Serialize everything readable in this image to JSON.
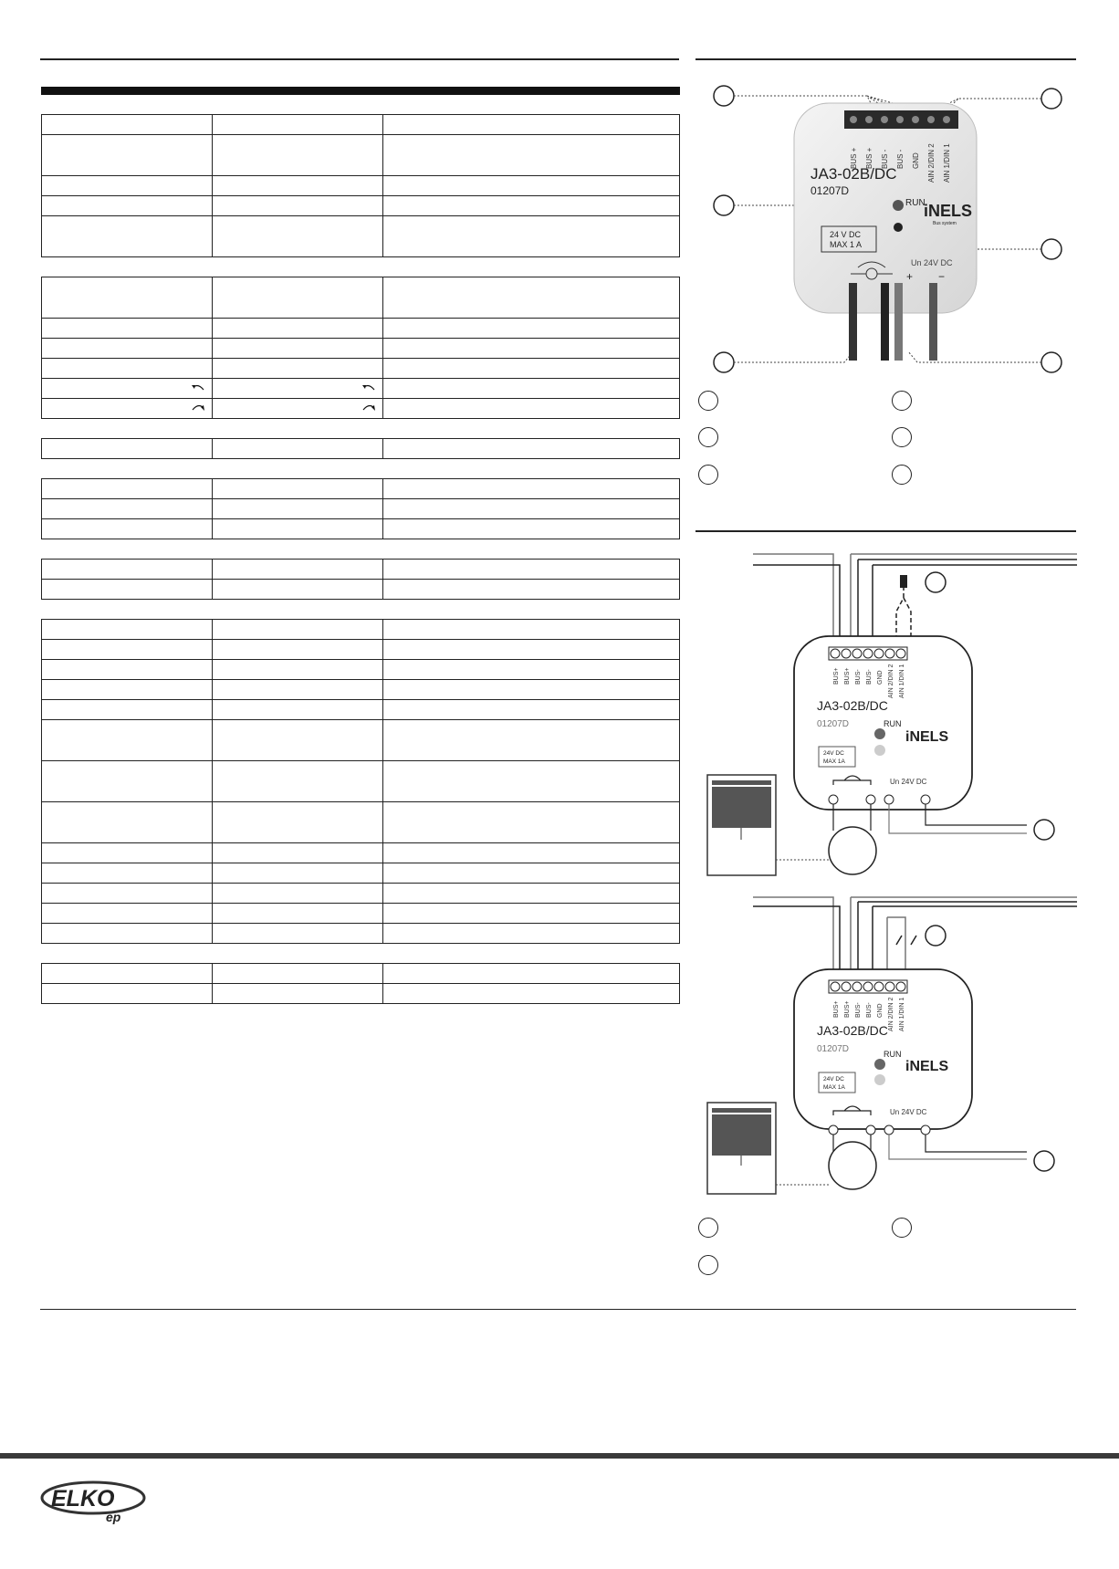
{
  "device": {
    "model": "JA3-02B/DC",
    "code": "01207D",
    "brand": "iNELS",
    "brand_sub": "Bus system",
    "run_label": "RUN",
    "supply_label": "Un  24V DC",
    "box_label_line1": "24 V DC",
    "box_label_line2": "MAX 1 A",
    "terminals": [
      "BUS +",
      "BUS +",
      "BUS -",
      "BUS -",
      "GND",
      "AIN 2/DIN 2",
      "AIN 1/DIN 1"
    ],
    "plus": "+",
    "minus": "−"
  },
  "wiring": {
    "terminals": [
      "BUS+",
      "BUS+",
      "BUS-",
      "BUS-",
      "GND",
      "AIN 2/DIN 2",
      "AIN 1/DIN 1"
    ],
    "box_label_line1": "24V DC",
    "box_label_line2": "MAX 1A",
    "supply_label": "Un  24V DC"
  },
  "footer": {
    "logo_main": "ELKO",
    "logo_sub": "ep"
  },
  "colors": {
    "text": "#111111",
    "rule": "#222222",
    "footer_band": "#3a3a3a",
    "blind": "#555555"
  }
}
